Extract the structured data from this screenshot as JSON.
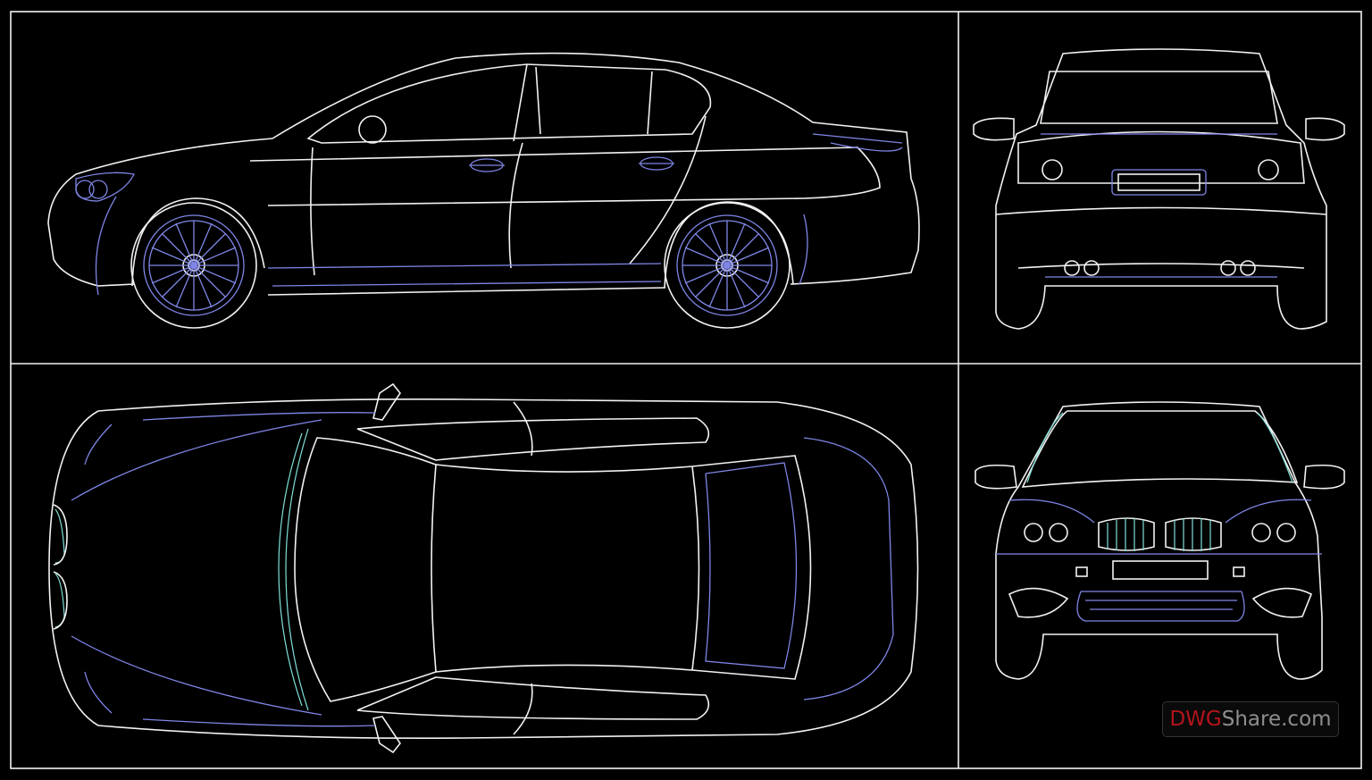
{
  "drawing": {
    "views": [
      "side",
      "rear",
      "top",
      "front"
    ],
    "colors": {
      "background": "#000000",
      "outline": "#f2f2f2",
      "detail": "#7f86e6",
      "glass": "#7fe0d8"
    }
  },
  "watermark": {
    "part1": "DWG",
    "part2": "Share.com"
  }
}
